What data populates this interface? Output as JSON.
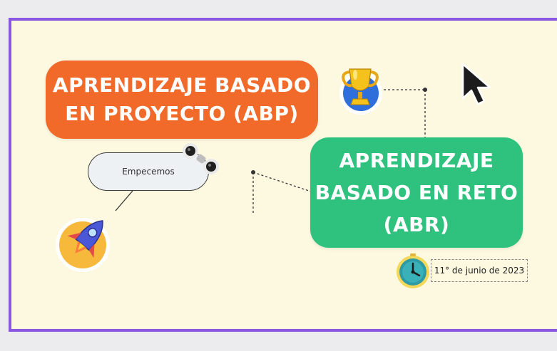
{
  "canvas": {
    "title_abp": "APRENDIZAJE BASADO EN PROYECTO (ABP)",
    "title_abr": "APRENDIZAJE BASADO EN RETO (ABR)",
    "start_label": "Empecemos",
    "date_label": "11° de junio de 2023"
  },
  "colors": {
    "frame": "#8a56e2",
    "background": "#fdf9e1",
    "abp_box": "#f26a2a",
    "abr_box": "#2ec27e"
  },
  "icons": [
    "trophy-icon",
    "cursor-icon",
    "camera-icon",
    "rocket-icon",
    "clock-icon"
  ]
}
